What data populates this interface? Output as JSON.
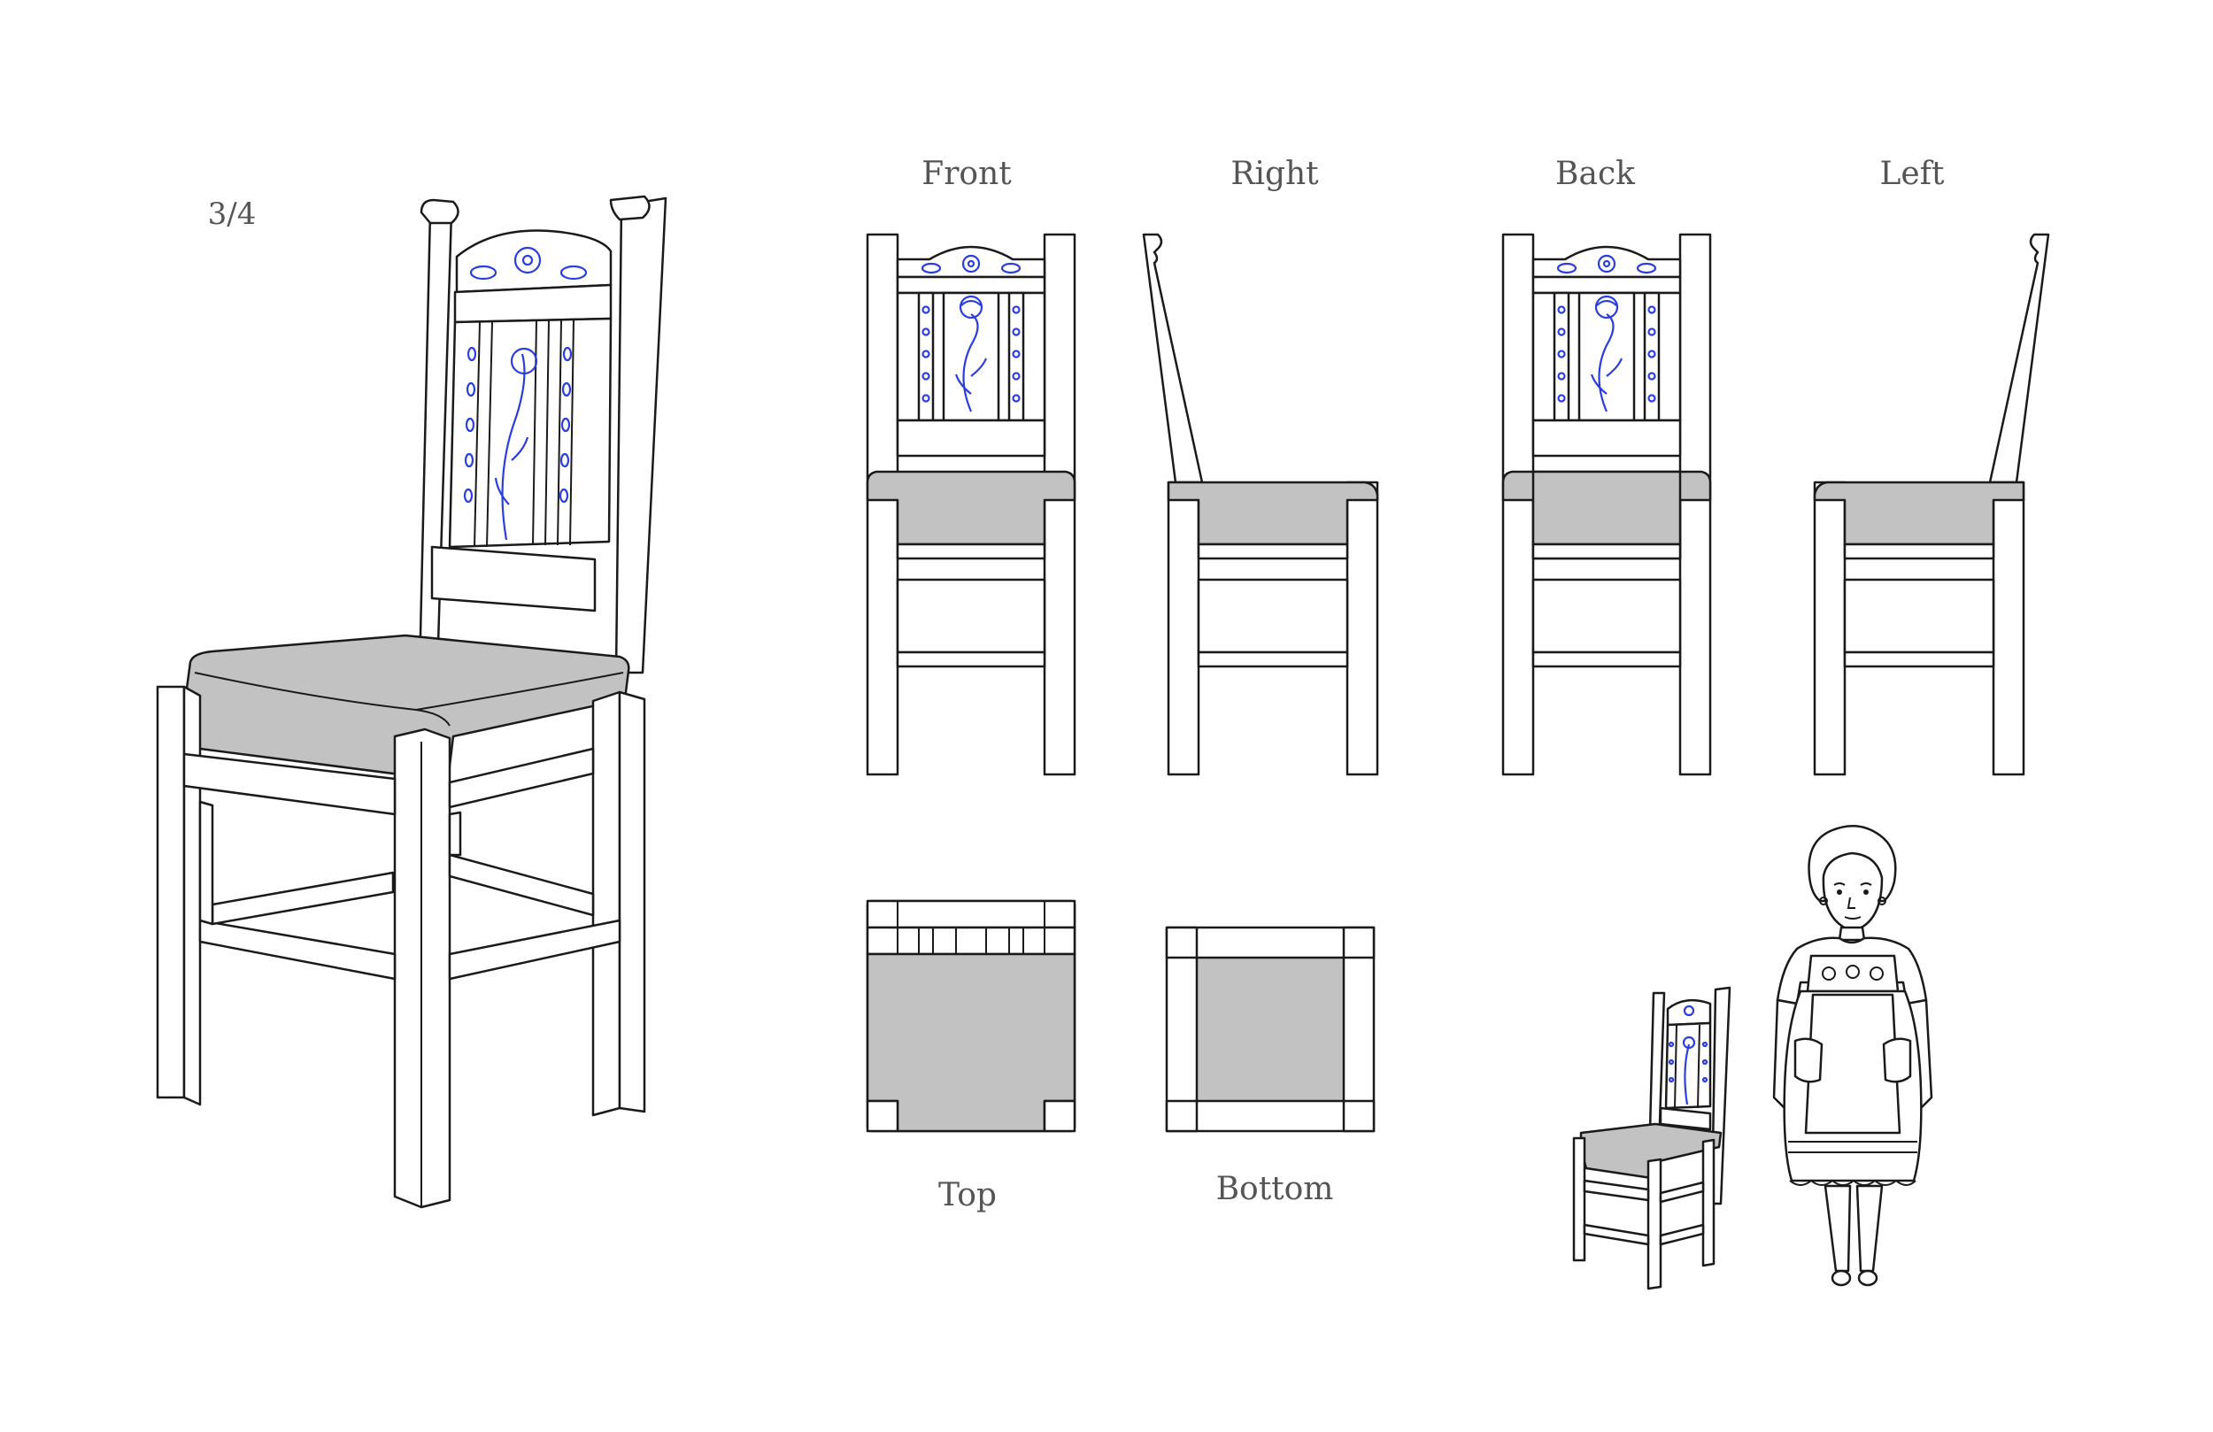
{
  "labels": {
    "three_quarter": "3/4",
    "front": "Front",
    "right": "Right",
    "back": "Back",
    "left": "Left",
    "top": "Top",
    "bottom": "Bottom"
  },
  "colors": {
    "line": "#1a1a1a",
    "seat_fill": "#c2c2c2",
    "ornament_blue": "#2a3ee0",
    "label_gray": "#555555",
    "background": "#ffffff"
  }
}
